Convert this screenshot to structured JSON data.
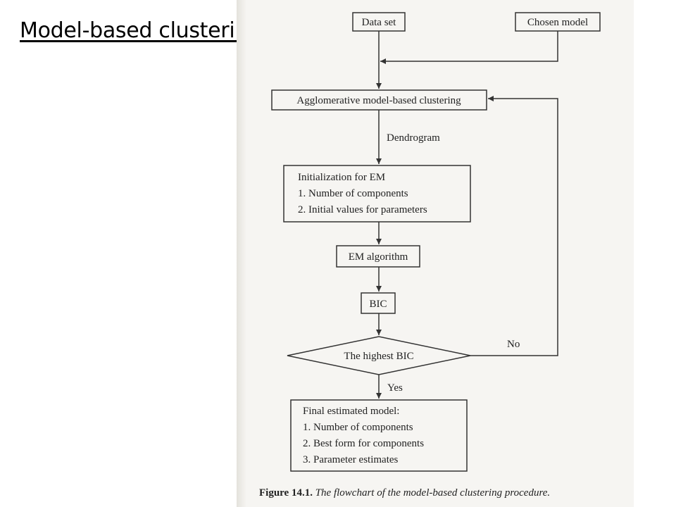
{
  "slide": {
    "title": "Model-based clustering"
  },
  "flowchart": {
    "nodes": {
      "data_set": "Data set",
      "chosen_model": "Chosen model",
      "agglomerative": "Agglomerative model-based clustering",
      "init_title": "Initialization for EM",
      "init_item1": "1. Number of components",
      "init_item2": "2. Initial values for parameters",
      "em": "EM algorithm",
      "bic": "BIC",
      "decision": "The highest BIC",
      "final_title": "Final estimated model:",
      "final_item1": "1. Number of components",
      "final_item2": "2. Best form for components",
      "final_item3": "3. Parameter estimates"
    },
    "edges": {
      "dendrogram": "Dendrogram",
      "no": "No",
      "yes": "Yes"
    }
  },
  "caption": {
    "label": "Figure 14.1.",
    "text": "The flowchart of the model-based clustering procedure."
  }
}
